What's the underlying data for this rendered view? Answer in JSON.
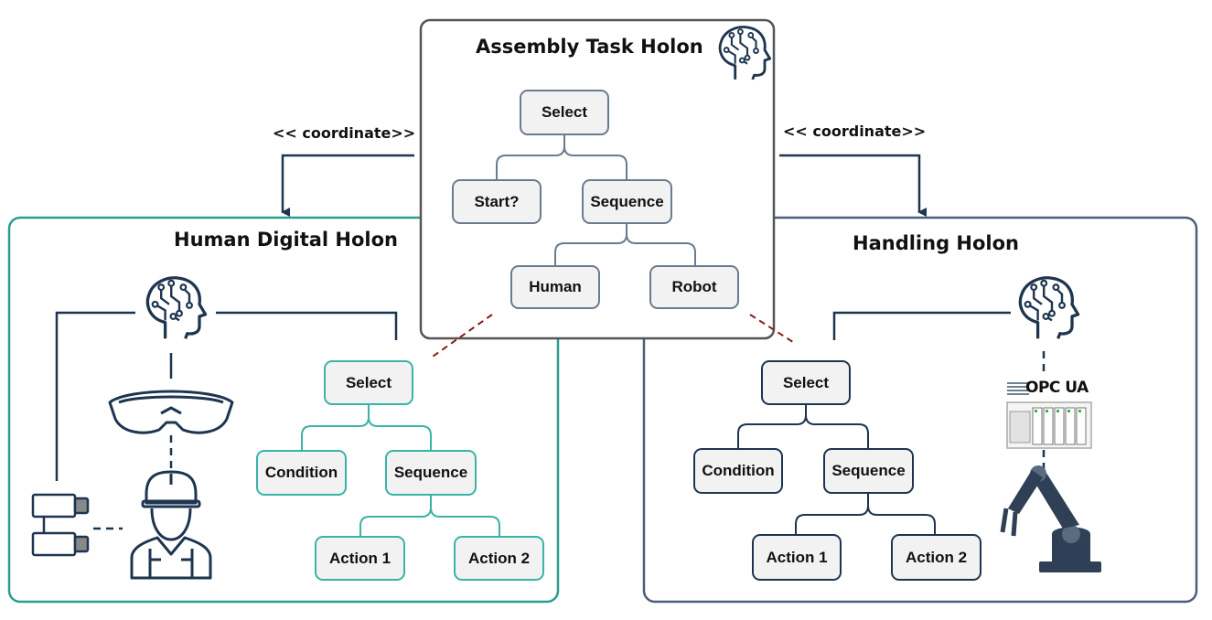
{
  "assembly": {
    "title": "Assembly Task Holon",
    "nodes": {
      "select": "Select",
      "start": "Start?",
      "sequence": "Sequence",
      "human": "Human",
      "robot": "Robot"
    }
  },
  "human_holon": {
    "title": "Human Digital Holon",
    "nodes": {
      "select": "Select",
      "condition": "Condition",
      "sequence": "Sequence",
      "action1": "Action 1",
      "action2": "Action 2"
    }
  },
  "handling_holon": {
    "title": "Handling Holon",
    "nodes": {
      "select": "Select",
      "condition": "Condition",
      "sequence": "Sequence",
      "action1": "Action 1",
      "action2": "Action 2"
    },
    "protocol_logo": "OPC UA"
  },
  "relations": {
    "left": "<< coordinate>>",
    "right": "<< coordinate>>"
  },
  "colors": {
    "teal": "#3bb3a6",
    "navy": "#1e3550",
    "gray": "#6b7b8f",
    "dashed_red": "#8b1a1a",
    "node_fill": "#f2f2f2"
  },
  "icons": [
    "brain-circuit-icon",
    "ar-glasses-icon",
    "worker-icon",
    "sensor-devices-icon",
    "opc-ua-logo",
    "plc-icon",
    "robot-arm-icon"
  ]
}
